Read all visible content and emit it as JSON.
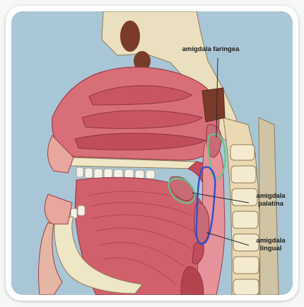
{
  "labels": {
    "faringea": "amigdala faringea",
    "palatina": [
      "amigdala",
      "palatina"
    ],
    "lingual": [
      "amigdala",
      "lingual"
    ]
  },
  "colors": {
    "background": "#a9c6d6",
    "tissue": "#d66a73",
    "tissue_dark": "#b14250",
    "bone": "#efe6c6",
    "annotation_green": "#5ec98a",
    "annotation_blue": "#2f4fd4"
  }
}
